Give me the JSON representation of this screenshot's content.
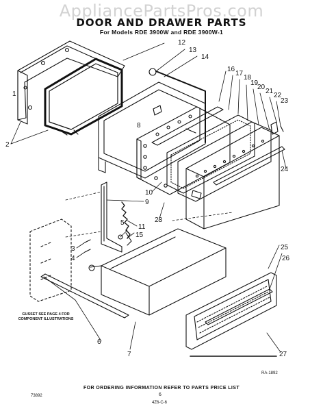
{
  "watermark": "AppliancePartsPros.com",
  "title": "DOOR AND DRAWER PARTS",
  "subtitle": "For Models RDE 3900W and RDE 3900W-1",
  "gusset_note": "GUSSET SEE PAGE 4 FOR COMPONENT ILLUSTRATIONS",
  "footer": "FOR ORDERING INFORMATION REFER TO PARTS PRICE LIST",
  "page_number": "6",
  "left_code": "73892",
  "bottom_code": "4Z6-C-6",
  "ra_code": "RA-1892",
  "callouts": {
    "c1": "1",
    "c2": "2",
    "c3": "3",
    "c4": "4",
    "c5": "5",
    "c6": "6",
    "c7": "7",
    "c8": "8",
    "c9": "9",
    "c10": "10",
    "c11": "11",
    "c12": "12",
    "c13": "13",
    "c14": "14",
    "c15": "15",
    "c16": "16",
    "c17": "17",
    "c18": "18",
    "c19": "19",
    "c20": "20",
    "c21": "21",
    "c22": "22",
    "c23": "23",
    "c23b": "23",
    "c24": "24",
    "c25": "25",
    "c26": "26",
    "c27": "27"
  },
  "colors": {
    "line": "#111111",
    "watermark": "#d2d2d2",
    "background": "#ffffff"
  }
}
